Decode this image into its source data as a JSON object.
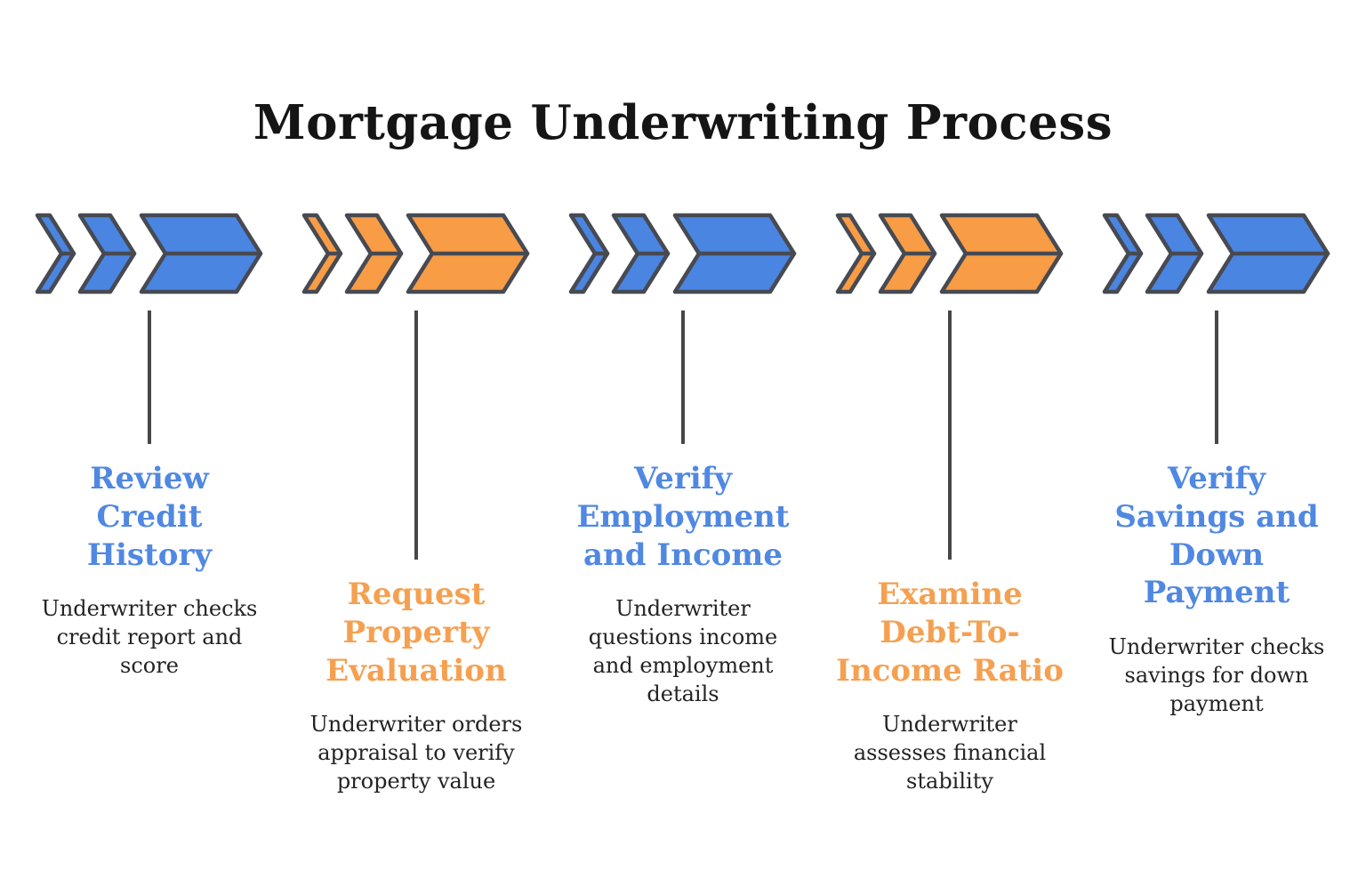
{
  "title": "Mortgage Underwriting Process",
  "colors": {
    "blue_chevron": "#4a85e2",
    "orange_chevron": "#f89c45",
    "blue_heading": "#5088e2",
    "orange_heading": "#f5a051",
    "chevron_outline": "#474a52",
    "connector_line": "#47474a",
    "body_text": "#232325",
    "title_text": "#151515",
    "background": "#ffffff"
  },
  "steps": [
    {
      "id": "review-credit-history",
      "icon": "triple-chevron-right-icon",
      "chevron_color": "#4a85e2",
      "heading_color": "#5088e2",
      "heading": [
        "Review Credit",
        "History"
      ],
      "description": [
        "Underwriter checks",
        "credit report and",
        "score"
      ]
    },
    {
      "id": "request-property-evaluation",
      "icon": "triple-chevron-right-icon",
      "chevron_color": "#f89c45",
      "heading_color": "#f5a051",
      "heading": [
        "Request",
        "Property",
        "Evaluation"
      ],
      "description": [
        "Underwriter orders",
        "appraisal to verify",
        "property value"
      ]
    },
    {
      "id": "verify-employment-and-income",
      "icon": "triple-chevron-right-icon",
      "chevron_color": "#4a85e2",
      "heading_color": "#5088e2",
      "heading": [
        "Verify",
        "Employment",
        "and Income"
      ],
      "description": [
        "Underwriter",
        "questions income",
        "and employment",
        "details"
      ]
    },
    {
      "id": "examine-debt-to-income-ratio",
      "icon": "triple-chevron-right-icon",
      "chevron_color": "#f89c45",
      "heading_color": "#f5a051",
      "heading": [
        "Examine",
        "Debt-To-",
        "Income Ratio"
      ],
      "description": [
        "Underwriter",
        "assesses financial",
        "stability"
      ]
    },
    {
      "id": "verify-savings-and-down-payment",
      "icon": "triple-chevron-right-icon",
      "chevron_color": "#4a85e2",
      "heading_color": "#5088e2",
      "heading": [
        "Verify",
        "Savings and",
        "Down",
        "Payment"
      ],
      "description": [
        "Underwriter checks",
        "savings for down",
        "payment"
      ]
    }
  ]
}
